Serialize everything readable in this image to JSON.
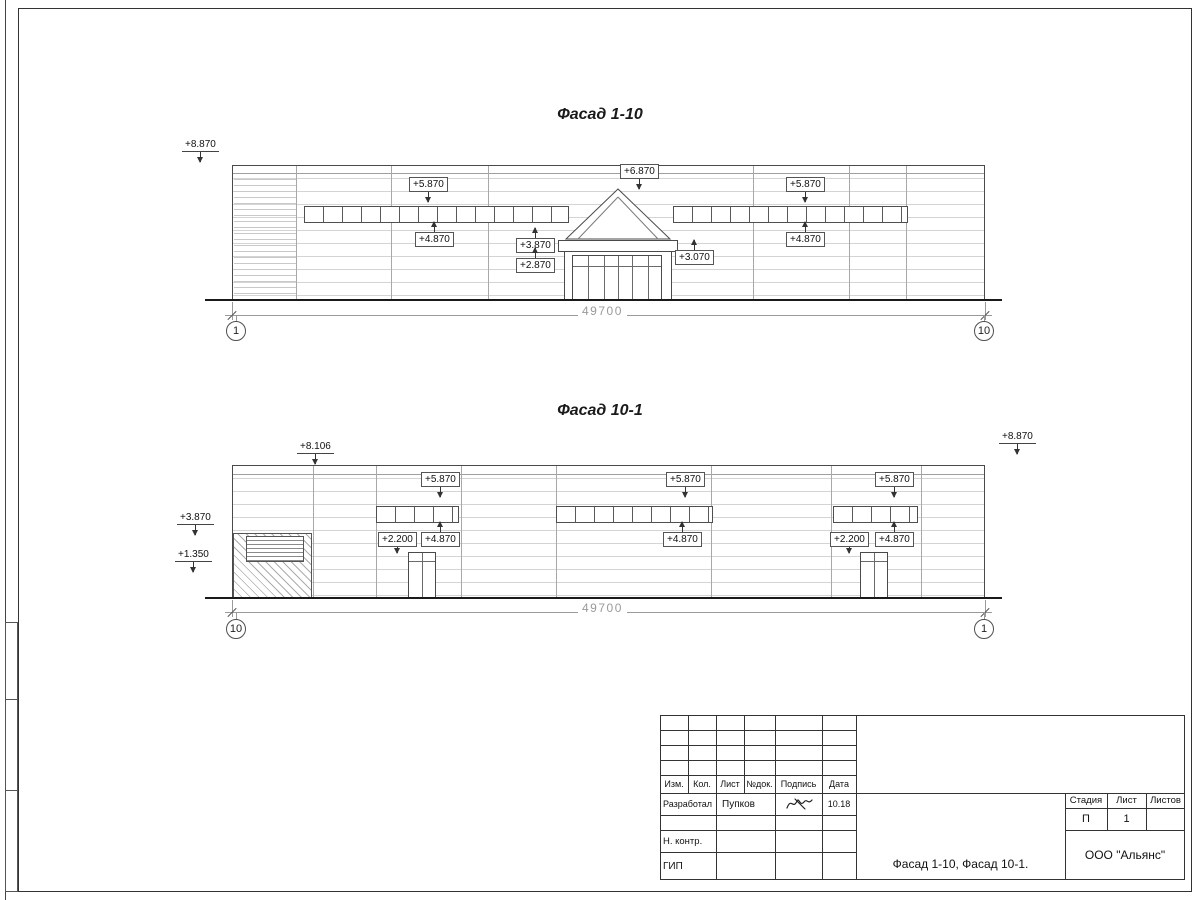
{
  "facade_top": {
    "title": "Фасад 1-10",
    "dim": "49700",
    "axis_left": "1",
    "axis_right": "10",
    "markers": {
      "m8870": "+8.870",
      "m5870L": "+5.870",
      "m6870": "+6.870",
      "m5870R": "+5.870",
      "m4870L": "+4.870",
      "m3870": "+3.870",
      "m2870": "+2.870",
      "m3070": "+3.070",
      "m4870R": "+4.870"
    }
  },
  "facade_bottom": {
    "title": "Фасад 10-1",
    "dim": "49700",
    "axis_left": "10",
    "axis_right": "1",
    "markers": {
      "m8106": "+8.106",
      "m8870R": "+8.870",
      "m5870a": "+5.870",
      "m5870b": "+5.870",
      "m5870c": "+5.870",
      "m3870": "+3.870",
      "m1350": "+1.350",
      "m2200a": "+2.200",
      "m4870a": "+4.870",
      "m4870b": "+4.870",
      "m2200b": "+2.200",
      "m4870c": "+4.870"
    }
  },
  "title_block": {
    "col_headers": [
      "Изм.",
      "Кол.",
      "Лист",
      "№док.",
      "Подпись",
      "Дата"
    ],
    "row_developed_label": "Разработал",
    "row_developed_name": "Пупков",
    "row_developed_date": "10.18",
    "row_ncontrol": "Н. контр.",
    "row_gip": "ГИП",
    "doc_title": "Фасад 1-10, Фасад 10-1.",
    "company": "ООО \"Альянс\"",
    "stage_label": "Стадия",
    "sheet_label": "Лист",
    "sheets_label": "Листов",
    "stage_value": "П",
    "sheet_value": "1"
  }
}
